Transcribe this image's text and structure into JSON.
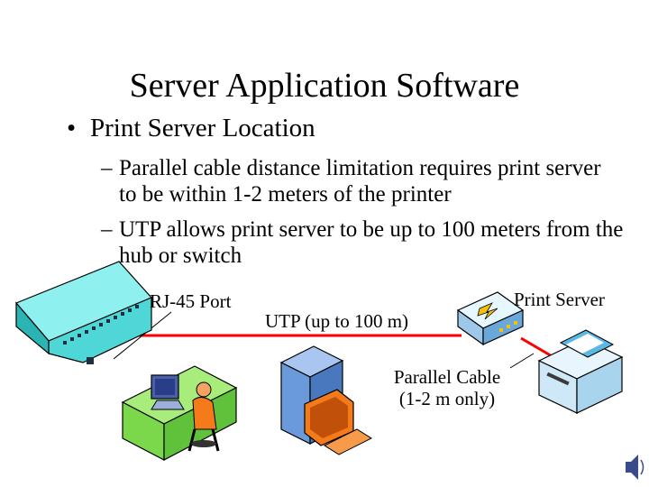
{
  "slide": {
    "title": "Server Application Software",
    "bullet": "Print Server Location",
    "subbullets": [
      "Parallel cable distance limitation requires print server to be within 1-2 meters of the printer",
      "UTP allows print server to be up to 100 meters from the hub or switch"
    ]
  },
  "diagram": {
    "rj45_label": "RJ-45 Port",
    "utp_label": "UTP (up to 100 m)",
    "print_server_label": "Print Server",
    "parallel_label_line1": "Parallel Cable",
    "parallel_label_line2": "(1-2 m only)"
  },
  "colors": {
    "utp_cable": "#ff0000",
    "hub": "#4fd6d6",
    "desk": "#7bd84a",
    "server_tower": "#6a9ad9",
    "monitor": "#f47a1a"
  }
}
